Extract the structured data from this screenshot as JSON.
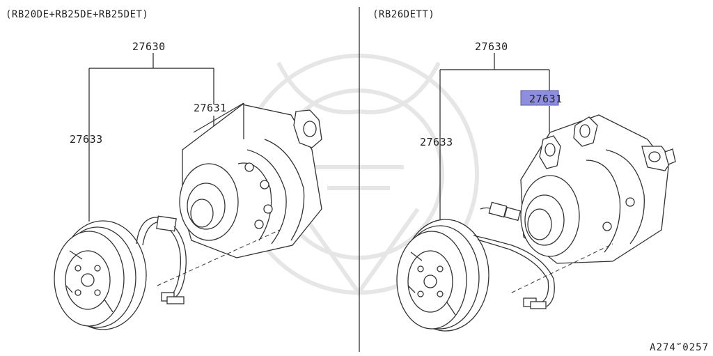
{
  "panels": [
    {
      "header": "(RB20DE+RB25DE+RB25DET)",
      "part_assembly": "27630",
      "part_compressor": "27631",
      "part_clutch": "27633"
    },
    {
      "header": "(RB26DETT)",
      "part_assembly": "27630",
      "part_compressor": "27631",
      "part_clutch": "27633",
      "highlighted_part": "27631",
      "highlight_color": "#8e8ee0"
    }
  ],
  "diagram_ref": "A274‴0257"
}
